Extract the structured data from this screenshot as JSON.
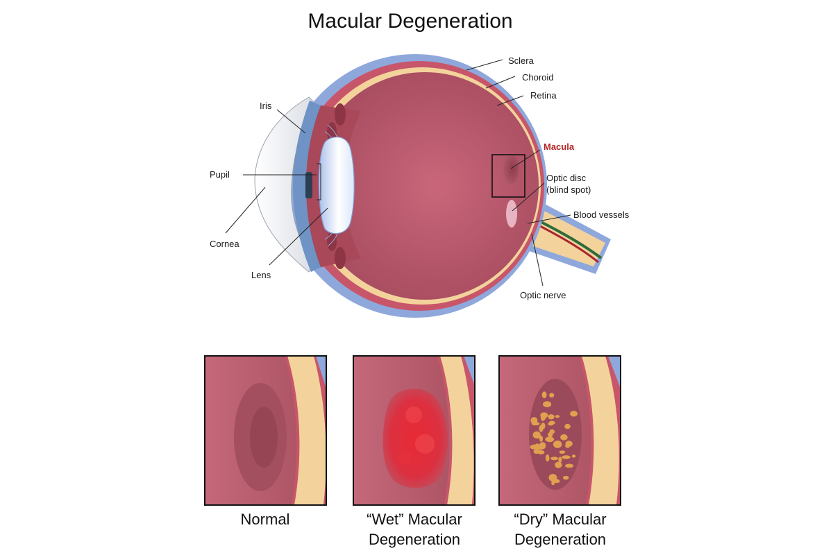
{
  "title": "Macular Degeneration",
  "labels": {
    "sclera": "Sclera",
    "choroid": "Choroid",
    "retina": "Retina",
    "iris": "Iris",
    "pupil": "Pupil",
    "cornea": "Cornea",
    "lens": "Lens",
    "macula": "Macula",
    "optic_disc_1": "Optic disc",
    "optic_disc_2": "(blind spot)",
    "blood_vessels": "Blood vessels",
    "optic_nerve": "Optic nerve"
  },
  "panels": {
    "normal": {
      "line1": "Normal",
      "line2": ""
    },
    "wet": {
      "line1": "“Wet” Macular",
      "line2": "Degeneration"
    },
    "dry": {
      "line1": "“Dry” Macular",
      "line2": "Degeneration"
    }
  },
  "colors": {
    "sclera": "#8fa8dc",
    "choroid": "#c7566a",
    "retina": "#f3d39b",
    "vitreous": "#b8586c",
    "macula_highlight": "#b32424"
  }
}
